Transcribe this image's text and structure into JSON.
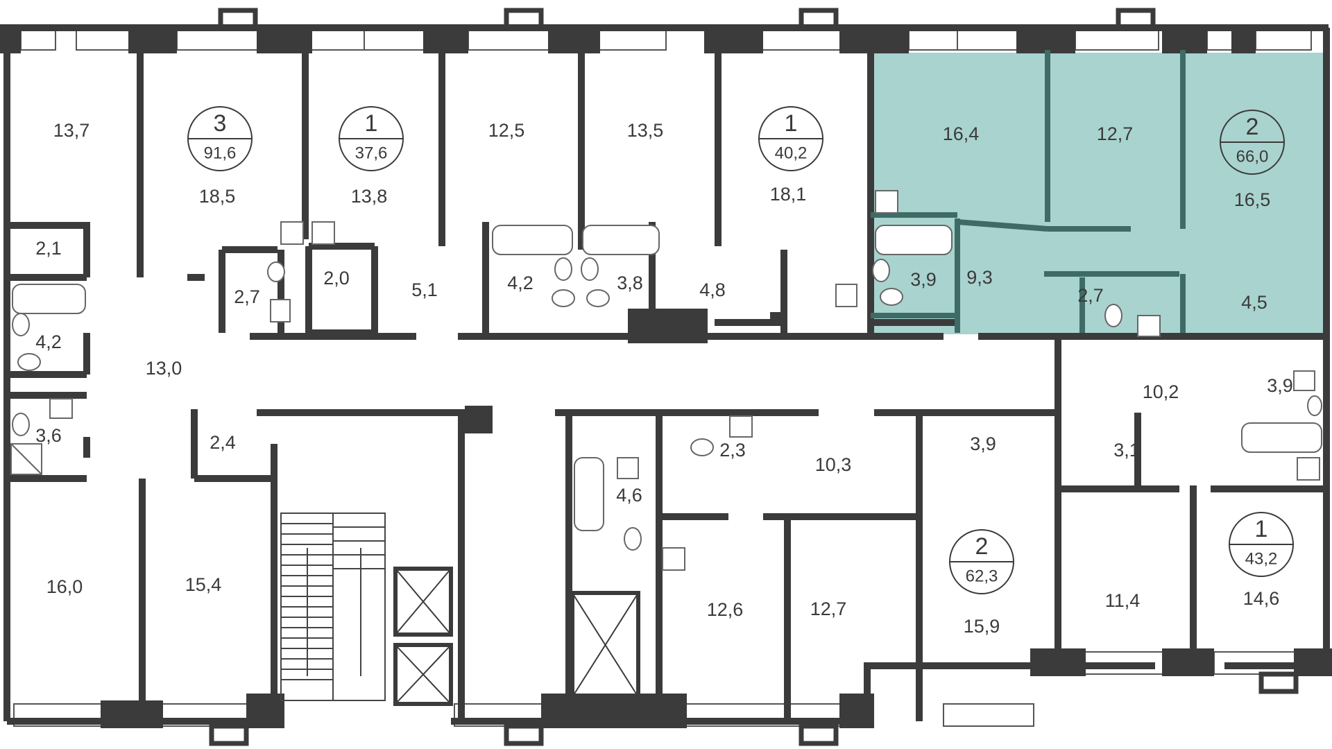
{
  "colors": {
    "wall": "#3b3b3b",
    "highlight": "#a9d3cf",
    "highlight_wall": "#3e6b66",
    "fixture": "#777777",
    "door": "#555555"
  },
  "icons": [
    "bathtub-icon",
    "toilet-icon",
    "sink-icon",
    "shower-icon",
    "stairs-icon",
    "elevator-icon",
    "window-icon",
    "door-swing-icon"
  ],
  "apartments": [
    {
      "id": "apt-3-left",
      "rooms": "3",
      "area": "91,6"
    },
    {
      "id": "apt-1-a",
      "rooms": "1",
      "area": "37,6"
    },
    {
      "id": "apt-1-b",
      "rooms": "1",
      "area": "40,2"
    },
    {
      "id": "apt-2-highlighted",
      "rooms": "2",
      "area": "66,0"
    },
    {
      "id": "apt-2-bottom",
      "rooms": "2",
      "area": "62,3"
    },
    {
      "id": "apt-1-right",
      "rooms": "1",
      "area": "43,2"
    }
  ],
  "rooms": [
    "13,7",
    "18,5",
    "2,1",
    "4,2",
    "3,6",
    "13,0",
    "2,4",
    "16,0",
    "15,4",
    "13,8",
    "2,7",
    "2,0",
    "5,1",
    "12,5",
    "4,2",
    "13,5",
    "3,8",
    "4,8",
    "18,1",
    "16,4",
    "12,7",
    "16,5",
    "3,9",
    "9,3",
    "2,7",
    "4,5",
    "10,2",
    "3,9",
    "3,1",
    "11,4",
    "14,6",
    "2,3",
    "10,3",
    "4,6",
    "3,9",
    "12,6",
    "12,7",
    "15,9"
  ]
}
